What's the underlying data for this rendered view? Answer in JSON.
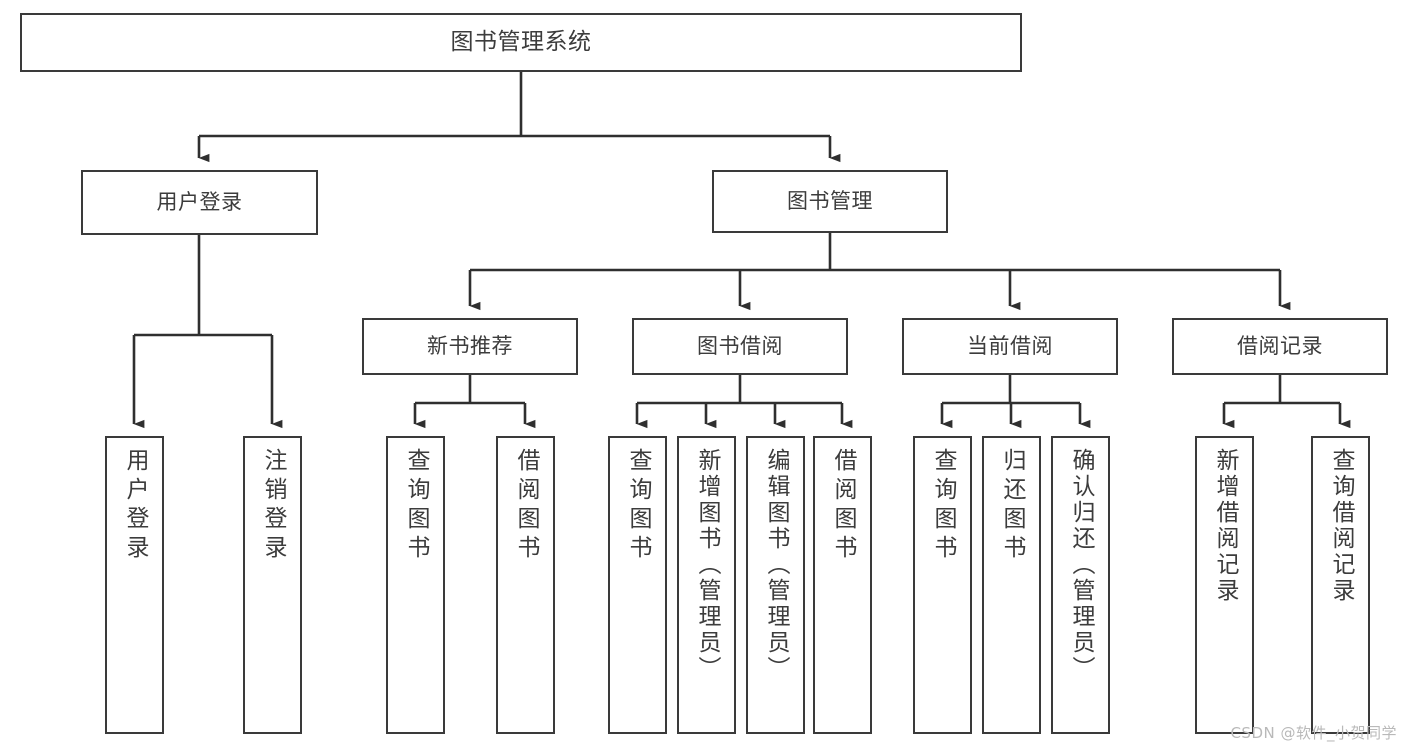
{
  "diagram": {
    "title": "图书管理系统",
    "type": "tree-hierarchy",
    "watermark": "CSDN @软件_小贺同学",
    "colors": {
      "background": "#ffffff",
      "box_border": "#3a3a3a",
      "connector": "#2f2f2f",
      "text": "#3c3c3c",
      "watermark": "#b9b9b9"
    },
    "root": {
      "label": "图书管理系统"
    },
    "level1": [
      {
        "label": "用户登录"
      },
      {
        "label": "图书管理"
      }
    ],
    "level2": [
      {
        "label": "新书推荐"
      },
      {
        "label": "图书借阅"
      },
      {
        "label": "当前借阅"
      },
      {
        "label": "借阅记录"
      }
    ],
    "leaves": {
      "user_login": [
        {
          "label": "用户登录"
        },
        {
          "label": "注销登录"
        }
      ],
      "new_book_recommend": [
        {
          "label": "查询图书"
        },
        {
          "label": "借阅图书"
        }
      ],
      "book_borrow": [
        {
          "label": "查询图书"
        },
        {
          "label": "新增图书（管理员）"
        },
        {
          "label": "编辑图书（管理员）"
        },
        {
          "label": "借阅图书"
        }
      ],
      "current_borrow": [
        {
          "label": "查询图书"
        },
        {
          "label": "归还图书"
        },
        {
          "label": "确认归还（管理员）"
        }
      ],
      "borrow_record": [
        {
          "label": "新增借阅记录"
        },
        {
          "label": "查询借阅记录"
        }
      ]
    }
  }
}
